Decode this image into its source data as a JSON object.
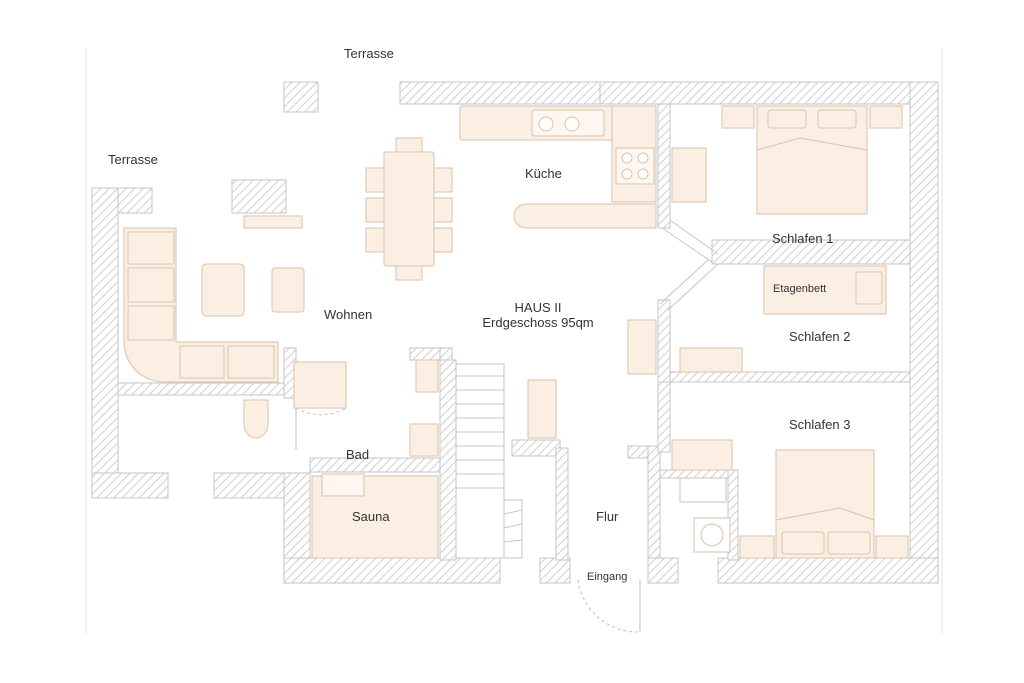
{
  "plan": {
    "title": "HAUS II",
    "subtitle": "Erdgeschoss 95qm",
    "rooms": {
      "terrasse_top": "Terrasse",
      "terrasse_left": "Terrasse",
      "kueche": "Küche",
      "wohnen": "Wohnen",
      "schlafen1": "Schlafen 1",
      "schlafen2": "Schlafen 2",
      "schlafen3": "Schlafen 3",
      "etagenbett": "Etagenbett",
      "bad": "Bad",
      "sauna": "Sauna",
      "flur": "Flur",
      "eingang": "Eingang"
    }
  },
  "colors": {
    "wall_line": "#c8c8c8",
    "wall_hatch": "#d2d2d2",
    "furniture_fill": "#fbeee2",
    "furniture_stroke": "#d9c2ad",
    "text": "#333333"
  }
}
